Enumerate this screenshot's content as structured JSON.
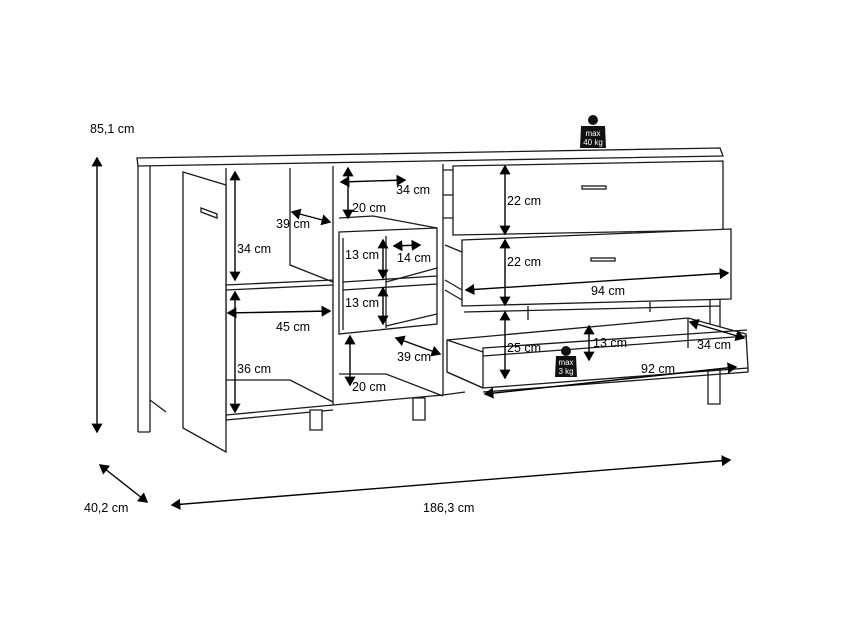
{
  "overall": {
    "height": "85,1 cm",
    "depth": "40,2 cm",
    "width": "186,3 cm"
  },
  "door_section": {
    "shelf_depth": "39 cm",
    "upper_height": "34 cm",
    "width": "45 cm",
    "lower_height": "36 cm"
  },
  "open_section": {
    "top_width": "34 cm",
    "top_height": "20 cm",
    "cubby_height_1": "13 cm",
    "cubby_width": "14 cm",
    "cubby_height_2": "13 cm",
    "bottom_depth": "39 cm",
    "bottom_height": "20 cm"
  },
  "drawers": {
    "drawer1_height": "22 cm",
    "drawer2_height": "22 cm",
    "drawer_width": "94 cm",
    "drawer3_height": "25 cm",
    "inner_height": "13 cm",
    "inner_width": "92 cm",
    "inner_depth": "34 cm"
  },
  "weights": {
    "top_max_line1": "max",
    "top_max_line2": "40 kg",
    "drawer_max_line1": "max",
    "drawer_max_line2": "3 kg"
  }
}
